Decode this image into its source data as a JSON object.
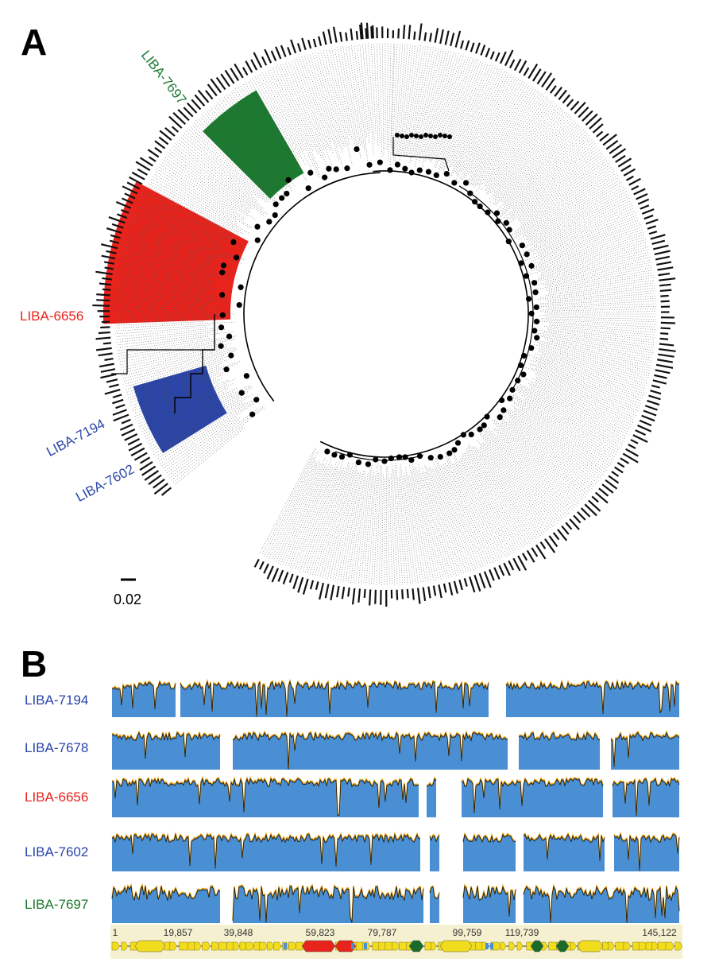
{
  "panels": {
    "a": "A",
    "b": "B"
  },
  "tree": {
    "scale_bar_label": "0.02",
    "clades": [
      {
        "label": "LIBA-7697",
        "color": "#1a7a2e"
      },
      {
        "label": "LIBA-6656",
        "color": "#e8231c"
      },
      {
        "label": "LIBA-7194",
        "color": "#2a44a8"
      },
      {
        "label": "LIBA-7602",
        "color": "#2a44a8"
      }
    ]
  },
  "coverage": {
    "tracks": [
      {
        "label": "LIBA-7194",
        "color": "#2a44a8"
      },
      {
        "label": "LIBA-7678",
        "color": "#2a44a8"
      },
      {
        "label": "LIBA-6656",
        "color": "#e8231c"
      },
      {
        "label": "LIBA-7602",
        "color": "#2a44a8"
      },
      {
        "label": "LIBA-7697",
        "color": "#1a7a2e"
      }
    ],
    "genome_ticks": [
      "1",
      "19,857",
      "39,848",
      "59,823",
      "79,787",
      "99,759",
      "119,739",
      "145,122"
    ],
    "colors": {
      "fill": "#4a8fd4",
      "edge": "#e8a317",
      "annotation_bg": "#f5f0d0",
      "gene": "#f2dc1e"
    }
  }
}
